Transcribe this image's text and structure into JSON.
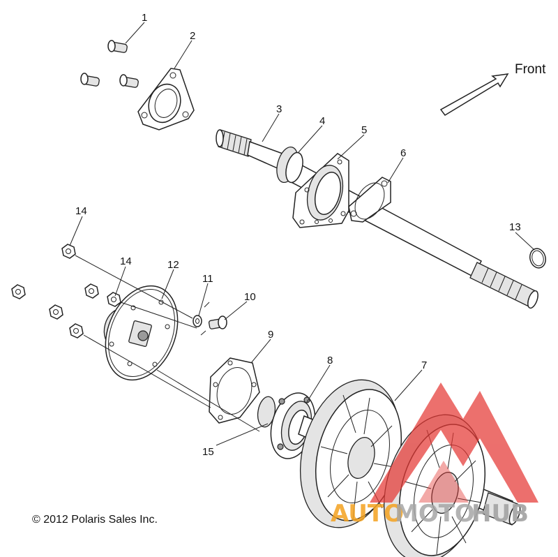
{
  "diagram": {
    "direction_label": "Front",
    "copyright": "© 2012 Polaris Sales Inc.",
    "watermark": {
      "part1": "AUTO",
      "part2": "MOTO",
      "part3": "HUB",
      "colors": {
        "orange": "#f4a21f",
        "grey": "#a6a6a6",
        "red": "#e53935"
      }
    },
    "callouts": [
      "1",
      "2",
      "3",
      "4",
      "5",
      "6",
      "7",
      "8",
      "9",
      "10",
      "11",
      "12",
      "13",
      "14",
      "14",
      "15"
    ]
  }
}
